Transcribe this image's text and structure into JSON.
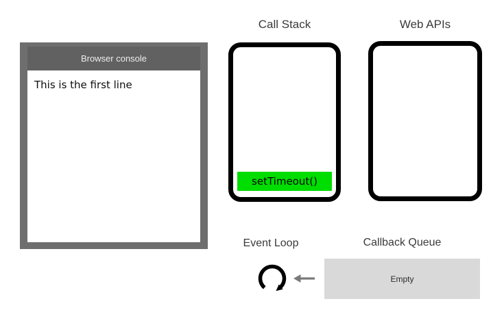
{
  "browser_console": {
    "title": "Browser console",
    "lines": [
      "This is the first line"
    ]
  },
  "call_stack": {
    "title": "Call Stack",
    "items": [
      {
        "label": "setTimeout()",
        "color": "#00dd00"
      }
    ]
  },
  "web_apis": {
    "title": "Web APIs",
    "items": []
  },
  "event_loop": {
    "title": "Event Loop",
    "icon": "clockwise-loop-arrow-icon"
  },
  "callback_queue": {
    "title": "Callback Queue",
    "status": "Empty"
  },
  "colors": {
    "console_frame": "#6e6e6e",
    "console_header_band": "#616161",
    "console_header_text": "#ededed",
    "frame_border": "#000000",
    "stack_item_green": "#00dd00",
    "queue_box_gray": "#d9d9d9",
    "label_text": "#3a3a3a",
    "arrow_gray": "#7a7a7a",
    "background": "#ffffff"
  }
}
